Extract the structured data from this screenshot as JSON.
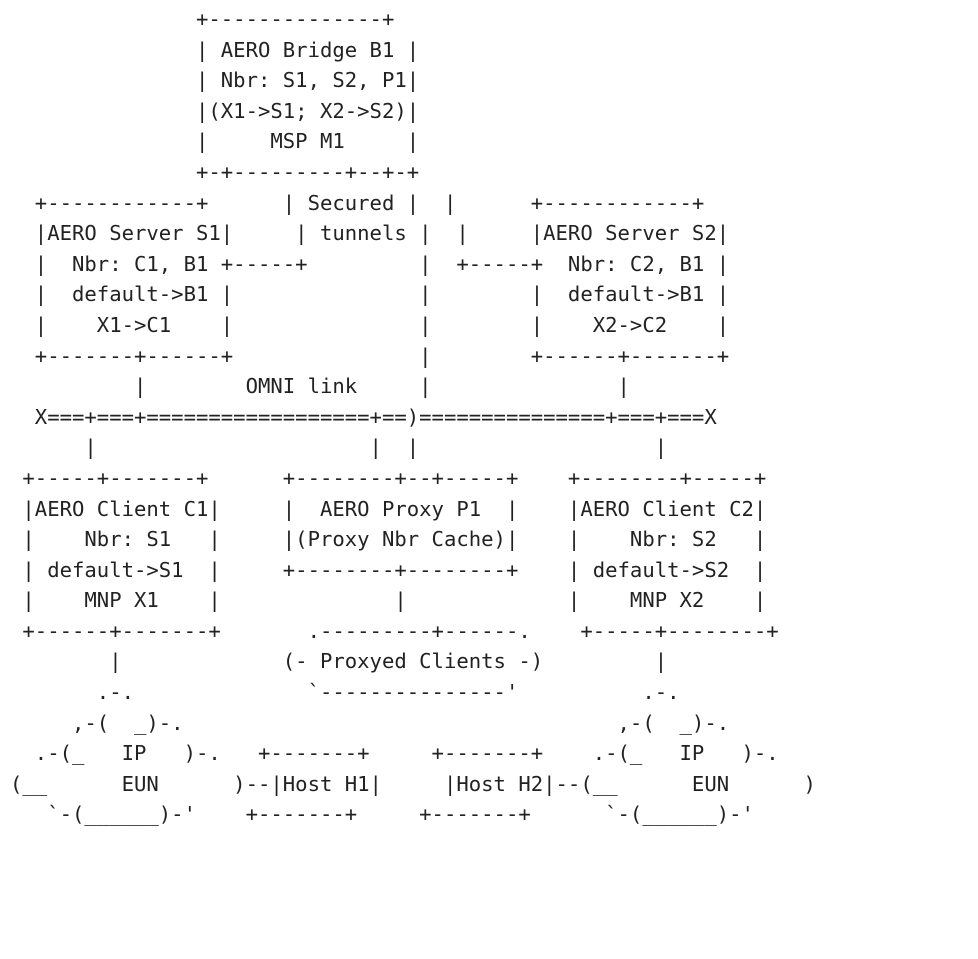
{
  "diagram": {
    "text_color": "#222222",
    "background": "#ffffff",
    "lines": [
      "               +--------------+",
      "               | AERO Bridge B1 |",
      "               | Nbr: S1, S2, P1|",
      "               |(X1->S1; X2->S2)|",
      "               |     MSP M1     |",
      "               +-+---------+--+-+",
      "  +------------+      | Secured |  |      +------------+",
      "  |AERO Server S1|     | tunnels |  |     |AERO Server S2|",
      "  |  Nbr: C1, B1 +-----+         |  +-----+  Nbr: C2, B1 |",
      "  |  default->B1 |               |        |  default->B1 |",
      "  |    X1->C1    |               |        |    X2->C2    |",
      "  +-------+------+               |        +------+-------+",
      "          |        OMNI link     |               |",
      "  X===+===+==================+==)===============+===+===X",
      "      |                      |  |                   |",
      " +-----+-------+      +--------+--+-----+    +--------+-----+",
      " |AERO Client C1|     |  AERO Proxy P1  |    |AERO Client C2|",
      " |    Nbr: S1   |     |(Proxy Nbr Cache)|    |    Nbr: S2   |",
      " | default->S1  |     +--------+--------+    | default->S2  |",
      " |    MNP X1    |              |             |    MNP X2    |",
      " +------+-------+       .---------+------.    +-----+--------+",
      "        |             (- Proxyed Clients -)         |",
      "       .-.              `---------------'          .-.",
      "     ,-(  _)-.                                   ,-(  _)-.",
      "  .-(_   IP   )-.   +-------+     +-------+    .-(_   IP   )-.",
      "(__      EUN      )--|Host H1|     |Host H2|--(__      EUN      )",
      "   `-(______)-'    +-------+     +-------+      `-(______)-'"
    ]
  }
}
